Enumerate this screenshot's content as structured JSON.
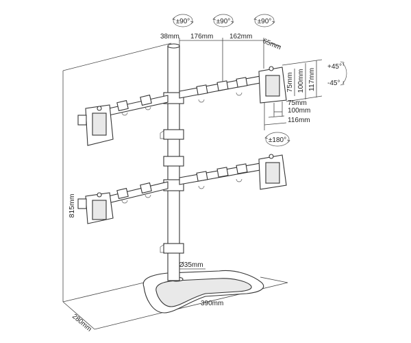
{
  "diagram": {
    "dimensions": {
      "offset_38": "38mm",
      "arm_176": "176mm",
      "arm_162": "162mm",
      "end_65": "65mm",
      "height_815": "815mm",
      "pole_diameter": "Ø35mm",
      "base_width": "390mm",
      "base_depth": "280mm",
      "vesa_v75": "75mm",
      "vesa_v100": "100mm",
      "plate_v117": "117mm",
      "vesa_h75": "75mm",
      "vesa_h100": "100mm",
      "plate_h116": "116mm"
    },
    "rotations": {
      "joint_1": "±90°",
      "joint_2": "±90°",
      "joint_3": "±90°",
      "tilt_up": "+45°",
      "tilt_down": "-45°",
      "swivel": "±180°"
    }
  }
}
